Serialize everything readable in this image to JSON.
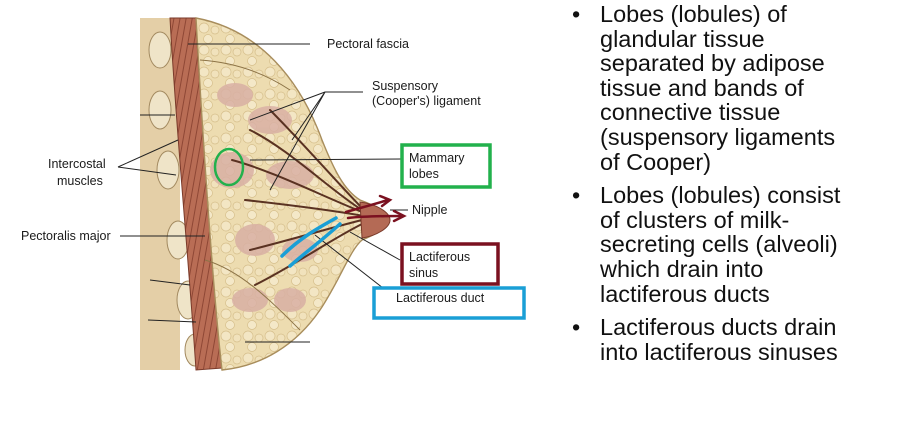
{
  "labels": {
    "pectoral_fascia": "Pectoral fascia",
    "suspensory_1": "Suspensory",
    "suspensory_2": "(Cooper's) ligament",
    "intercostal_1": "Intercostal",
    "intercostal_2": "muscles",
    "pectoralis_major": "Pectoralis major",
    "mammary_1": "Mammary",
    "mammary_2": "lobes",
    "nipple": "Nipple",
    "sinus_1": "Lactiferous",
    "sinus_2": "sinus",
    "duct": "Lactiferous duct"
  },
  "highlight_colors": {
    "mammary_lobes_box": "#22b14c",
    "lactiferous_sinus_box": "#7b1120",
    "lactiferous_duct_box": "#1a9fd6",
    "nipple_arrows": "#7b1120",
    "duct_trace": "#1a9fd6",
    "lobe_circle": "#22b14c"
  },
  "bullets": [
    {
      "marker": "•",
      "lines": [
        "Lobes (lobules) of",
        "glandular tissue",
        "separated by adipose",
        "tissue and bands of",
        "connective tissue",
        "(suspensory ligaments",
        "of Cooper)"
      ]
    },
    {
      "marker": "•",
      "lines": [
        "Lobes (lobules) consist",
        "of clusters of milk-",
        "secreting cells (alveoli)",
        "which drain into",
        "lactiferous ducts"
      ]
    },
    {
      "marker": "•",
      "lines": [
        "Lactiferous ducts drain",
        "into lactiferous sinuses"
      ]
    }
  ]
}
